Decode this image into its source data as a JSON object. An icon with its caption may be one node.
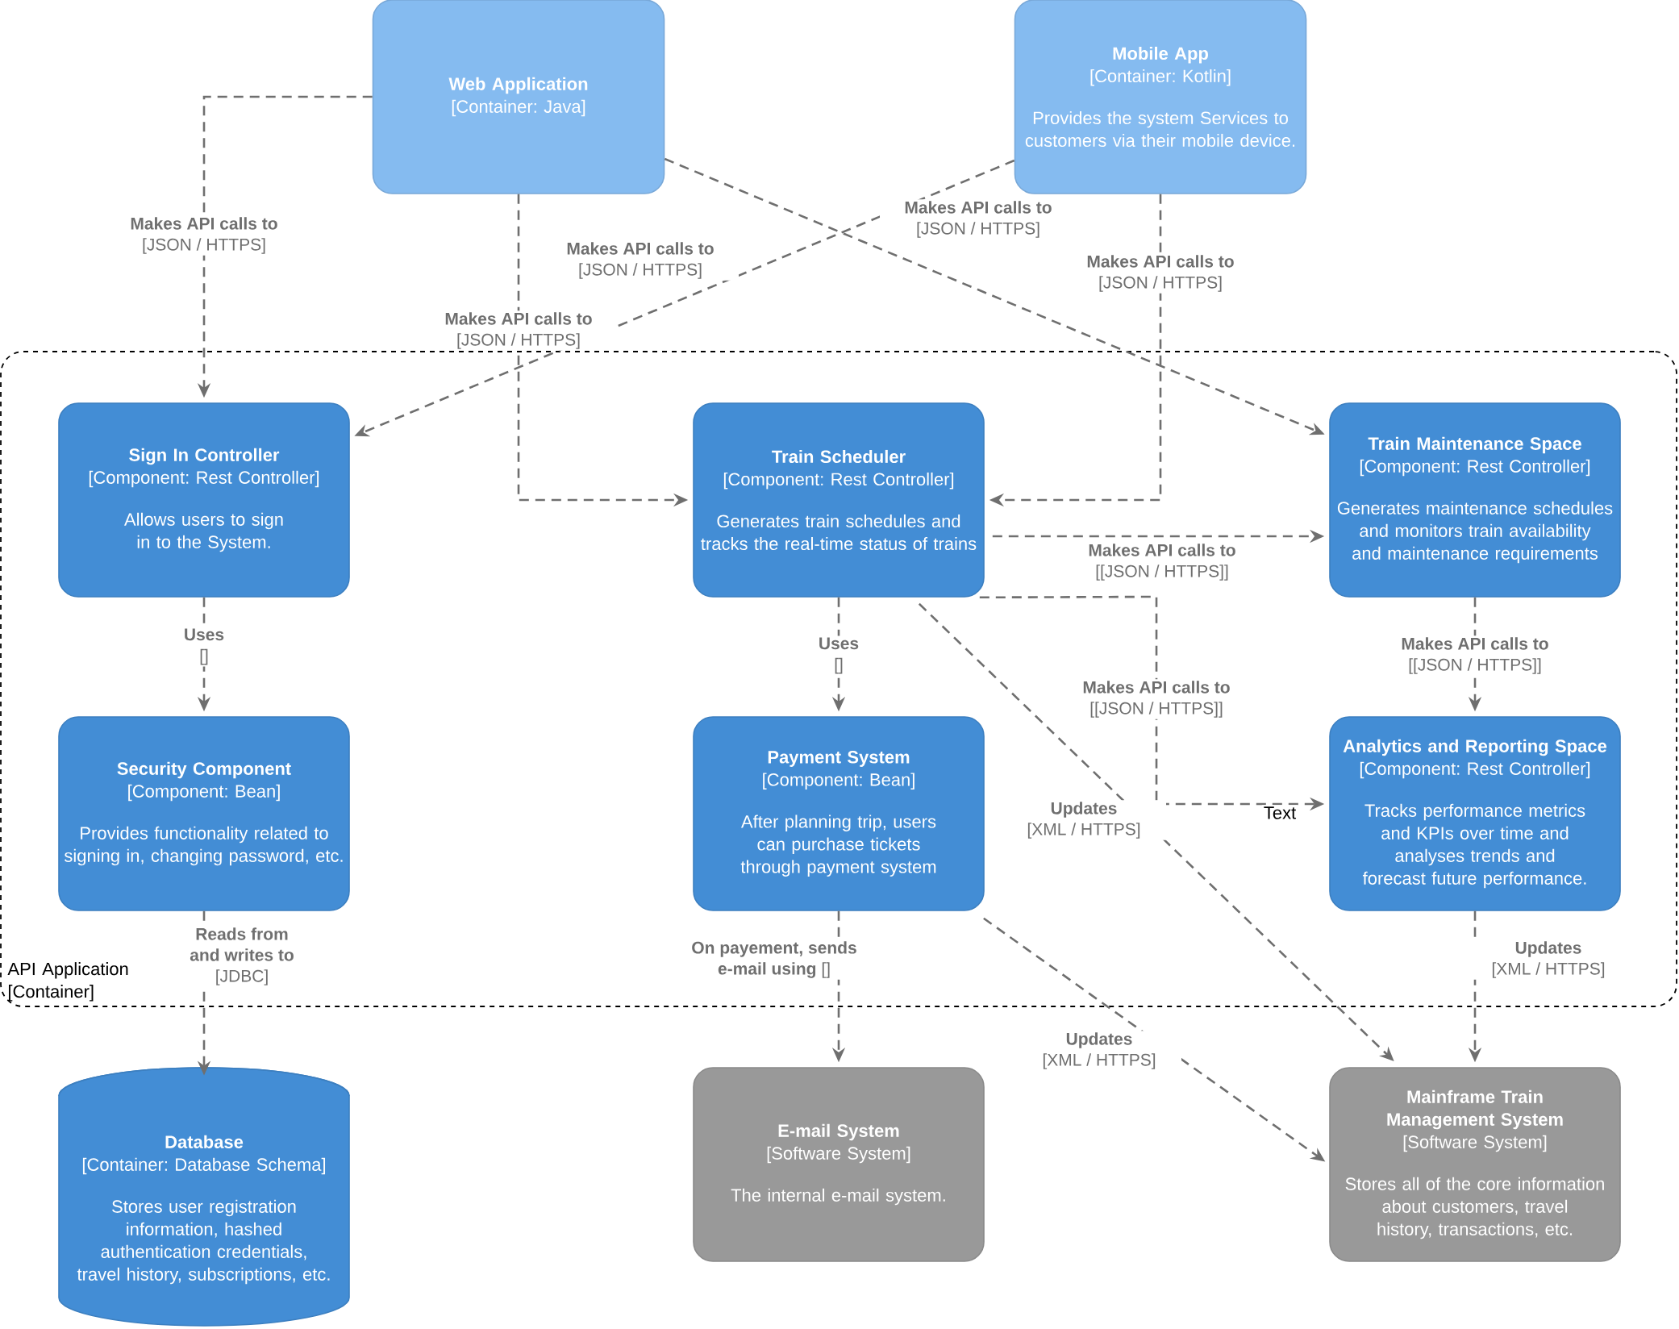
{
  "diagram": {
    "nodes": [
      {
        "text": [
          "Web Application",
          "[Container: Java]"
        ]
      },
      {
        "text": [
          "Mobile App",
          "[Container: Kotlin]",
          "Provides the system Services to customers via their mobile device."
        ]
      },
      {
        "text": [
          "API Application [Container]"
        ]
      },
      {
        "text": [
          "Sign In Controller",
          "[Component: Rest Controller]",
          "Allows users to sign in to the System."
        ],
        "in": 2
      },
      {
        "text": [
          "Train Scheduler",
          "[Component: Rest Controller]",
          "Generates train schedules and tracks the real-time status of trains"
        ],
        "in": 2
      },
      {
        "text": [
          "Train Maintenance Space",
          "[Component: Rest Controller]",
          "Generates maintenance schedules and monitors train availability and maintenance requirements"
        ],
        "in": 2
      },
      {
        "text": [
          "Security Component",
          "[Component: Bean]",
          "Provides functionality related to signing in, changing password, etc."
        ],
        "in": 2
      },
      {
        "text": [
          "Payment System",
          "[Component: Bean]",
          "After planning trip, users can purchase tickets through payment system"
        ],
        "in": 2
      },
      {
        "text": [
          "Analytics and Reporting Space",
          "[Component: Rest Controller]",
          "Tracks performance metrics and KPIs over time and analyses trends and forecast future performance."
        ],
        "in": 2
      },
      {
        "text": [
          "Database",
          "[Container: Database Schema]",
          "Stores user registration information, hashed authentication credentials, travel history, subscriptions, etc."
        ]
      },
      {
        "text": [
          "E-mail System",
          "[Software System]",
          "The internal e-mail system."
        ]
      },
      {
        "text": [
          "Mainframe Train Management System",
          "[Software System]",
          "Stores all of the core information about customers, travel history, transactions, etc."
        ]
      }
    ],
    "edges": [
      {
        "from": 0,
        "to": 3,
        "arrow": "to",
        "label": "**Makes API calls to** [JSON / HTTPS]"
      },
      {
        "from": 0,
        "to": 4,
        "arrow": "to",
        "label": "**Makes API calls to** [JSON / HTTPS]"
      },
      {
        "from": 0,
        "to": 5,
        "arrow": "to",
        "label": "**Makes API calls to** [JSON / HTTPS]"
      },
      {
        "from": 1,
        "to": 3,
        "arrow": "to",
        "label": "**Makes API calls to** [JSON / HTTPS]"
      },
      {
        "from": 1,
        "to": 4,
        "arrow": "to",
        "label": "**Makes API calls to** [JSON / HTTPS]"
      },
      {
        "from": 4,
        "to": 5,
        "arrow": "to",
        "label": "**Makes API calls to** [[JSON / HTTPS]]"
      },
      {
        "from": 4,
        "to": 8,
        "arrow": "to",
        "label": "**Makes API calls to** [[JSON / HTTPS]]"
      },
      {
        "from": 4,
        "to": 7,
        "arrow": "to",
        "label": "**Uses** []"
      },
      {
        "from": 4,
        "to": 11,
        "arrow": "to",
        "label": "**Updates** [XML / HTTPS]"
      },
      {
        "from": 3,
        "to": 6,
        "arrow": "to",
        "label": "**Uses** []"
      },
      {
        "from": 5,
        "to": 8,
        "arrow": "to",
        "label": "**Makes API calls to** [[JSON / HTTPS]]"
      },
      {
        "from": 6,
        "to": 9,
        "arrow": "to",
        "label": "**Reads from and writes to** [JDBC]"
      },
      {
        "from": 7,
        "to": 10,
        "arrow": "to",
        "label": "**On payement, sends e-mail using** []"
      },
      {
        "from": 7,
        "to": 11,
        "arrow": "to",
        "label": "**Updates** [XML / HTTPS]"
      },
      {
        "from": 8,
        "to": 11,
        "arrow": "to",
        "label": "**Updates** [XML / HTTPS]"
      }
    ],
    "labels": [
      "Text"
    ]
  }
}
